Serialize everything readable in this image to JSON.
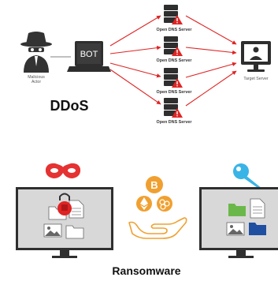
{
  "ddos": {
    "title": "DDoS",
    "actor_label_line1": "Malicious",
    "actor_label_line2": "Actor",
    "bot_label": "BOT",
    "servers": [
      {
        "label": "Open DNS Server"
      },
      {
        "label": "Open DNS Server"
      },
      {
        "label": "Open DNS Server"
      },
      {
        "label": "Open DNS Server"
      }
    ],
    "target_label": "Target Server"
  },
  "ransomware": {
    "title": "Ransomware"
  },
  "colors": {
    "attack_red": "#e02424",
    "dark_gray": "#3a3a3a",
    "orange": "#f0a030",
    "key_blue": "#39b4e6",
    "mask_red": "#e53232"
  }
}
